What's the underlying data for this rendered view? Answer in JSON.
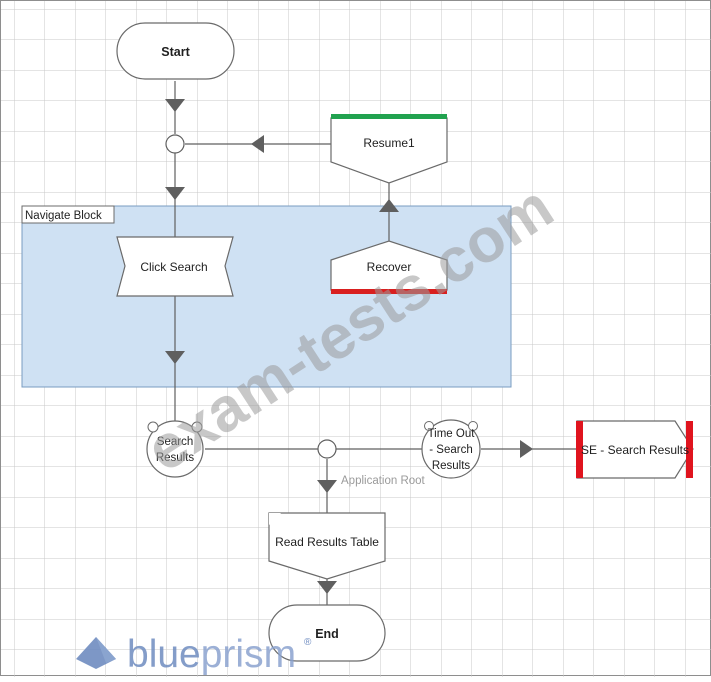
{
  "stages": {
    "start": "Start",
    "resume": "Resume1",
    "block": "Navigate Block",
    "click_search": "Click Search",
    "recover": "Recover",
    "search_results_wait": "Search Results",
    "timeout": "Time Out - Search Results",
    "exception": "SE - Search Results",
    "app_root": "Application Root",
    "read_table": "Read Results Table",
    "end": "End"
  },
  "watermark": "exam-tests.com",
  "logo": {
    "blue": "blue",
    "prism": "prism",
    "mark": "®"
  },
  "colors": {
    "grid": "#c9c9c9",
    "block_fill": "#cfe1f3",
    "block_border": "#7a9cc0",
    "resume_bar": "#21a24f",
    "recover_bar": "#d91f1f",
    "exception_bar": "#e0141e",
    "line": "#5f5f5f",
    "logo": "#6f8cc0"
  }
}
